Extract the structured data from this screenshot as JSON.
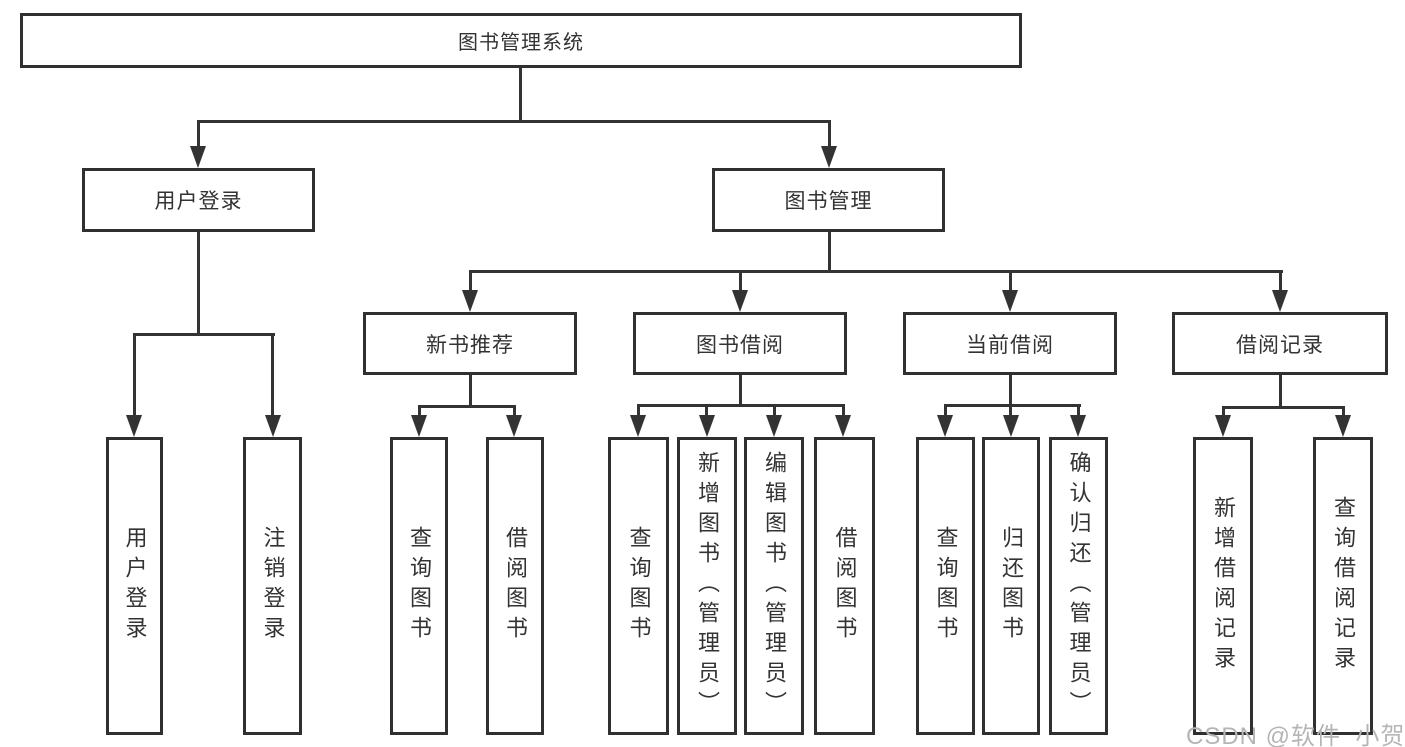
{
  "nodes": {
    "root": {
      "label": "图书管理系统"
    },
    "user_login": {
      "label": "用户登录"
    },
    "book_mgmt": {
      "label": "图书管理"
    },
    "new_books": {
      "label": "新书推荐"
    },
    "book_borrow": {
      "label": "图书借阅"
    },
    "current_borrow": {
      "label": "当前借阅"
    },
    "borrow_records": {
      "label": "借阅记录"
    },
    "leaf_user_login": {
      "label": "用户登录"
    },
    "leaf_logout": {
      "label": "注销登录"
    },
    "leaf_nb_query": {
      "label": "查询图书"
    },
    "leaf_nb_borrow": {
      "label": "借阅图书"
    },
    "leaf_bb_query": {
      "label": "查询图书"
    },
    "leaf_bb_add": {
      "label": "新增图书（管理员）"
    },
    "leaf_bb_edit": {
      "label": "编辑图书（管理员）"
    },
    "leaf_bb_borrow": {
      "label": "借阅图书"
    },
    "leaf_cb_query": {
      "label": "查询图书"
    },
    "leaf_cb_return": {
      "label": "归还图书"
    },
    "leaf_cb_confirm": {
      "label": "确认归还（管理员）"
    },
    "leaf_br_add": {
      "label": "新增借阅记录"
    },
    "leaf_br_query": {
      "label": "查询借阅记录"
    }
  },
  "hierarchy": [
    {
      "parent": "图书管理系统",
      "children": [
        "用户登录",
        "图书管理"
      ]
    },
    {
      "parent": "用户登录",
      "children": [
        "用户登录",
        "注销登录"
      ]
    },
    {
      "parent": "图书管理",
      "children": [
        "新书推荐",
        "图书借阅",
        "当前借阅",
        "借阅记录"
      ]
    },
    {
      "parent": "新书推荐",
      "children": [
        "查询图书",
        "借阅图书"
      ]
    },
    {
      "parent": "图书借阅",
      "children": [
        "查询图书",
        "新增图书（管理员）",
        "编辑图书（管理员）",
        "借阅图书"
      ]
    },
    {
      "parent": "当前借阅",
      "children": [
        "查询图书",
        "归还图书",
        "确认归还（管理员）"
      ]
    },
    {
      "parent": "借阅记录",
      "children": [
        "新增借阅记录",
        "查询借阅记录"
      ]
    }
  ],
  "watermark": "CSDN @软件_小贺同学",
  "colors": {
    "line": "#333333",
    "box_border": "#303030",
    "text": "#333333",
    "watermark": "#b5b5b5",
    "background": "#ffffff"
  }
}
